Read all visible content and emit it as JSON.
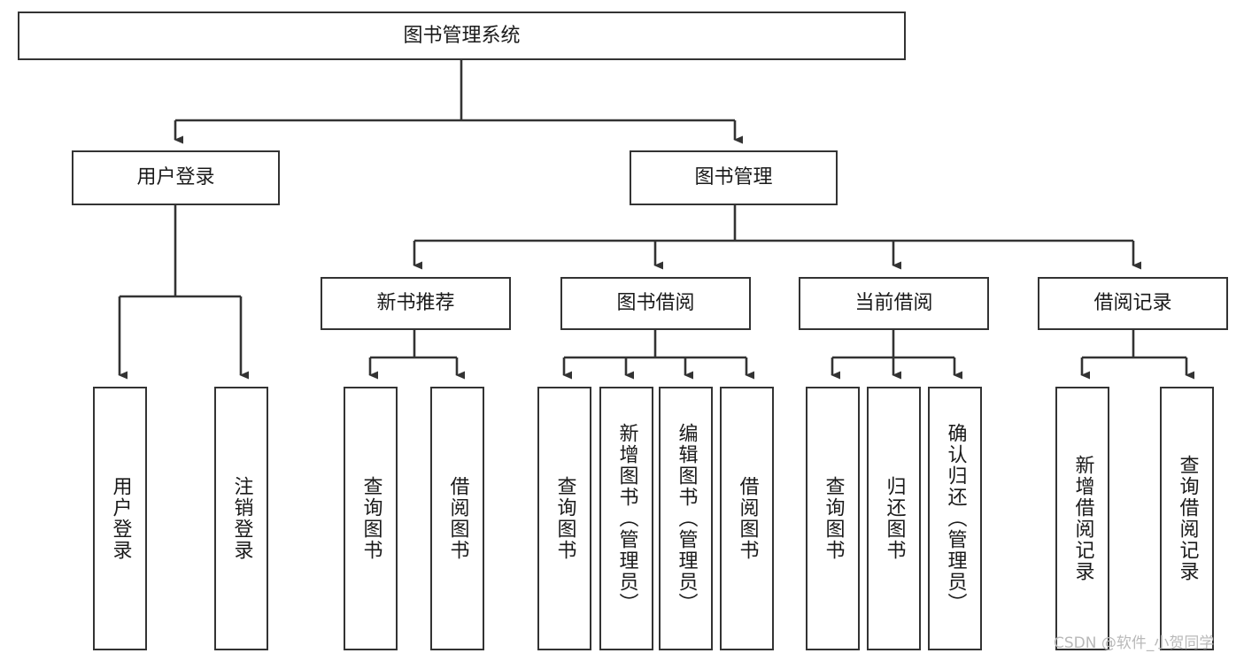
{
  "diagram": {
    "type": "tree-hierarchy-chart",
    "title": "图书管理系统",
    "root": {
      "label": "图书管理系统",
      "orientation": "horizontal"
    },
    "level1": [
      {
        "label": "用户登录",
        "orientation": "horizontal"
      },
      {
        "label": "图书管理",
        "orientation": "horizontal"
      }
    ],
    "level2": [
      {
        "label": "新书推荐",
        "orientation": "horizontal"
      },
      {
        "label": "图书借阅",
        "orientation": "horizontal"
      },
      {
        "label": "当前借阅",
        "orientation": "horizontal"
      },
      {
        "label": "借阅记录",
        "orientation": "horizontal"
      }
    ],
    "leaves": {
      "user_login": [
        {
          "label": "用户登录",
          "orientation": "vertical"
        },
        {
          "label": "注销登录",
          "orientation": "vertical"
        }
      ],
      "new_book_recommend": [
        {
          "label": "查询图书",
          "orientation": "vertical"
        },
        {
          "label": "借阅图书",
          "orientation": "vertical"
        }
      ],
      "book_borrow": [
        {
          "label": "查询图书",
          "orientation": "vertical"
        },
        {
          "label": "新增图书（管理员）",
          "orientation": "vertical"
        },
        {
          "label": "编辑图书（管理员）",
          "orientation": "vertical"
        },
        {
          "label": "借阅图书",
          "orientation": "vertical"
        }
      ],
      "current_borrow": [
        {
          "label": "查询图书",
          "orientation": "vertical"
        },
        {
          "label": "归还图书",
          "orientation": "vertical"
        },
        {
          "label": "确认归还（管理员）",
          "orientation": "vertical"
        }
      ],
      "borrow_record": [
        {
          "label": "新增借阅记录",
          "orientation": "vertical"
        },
        {
          "label": "查询借阅记录",
          "orientation": "vertical"
        }
      ]
    },
    "colors": {
      "stroke": "#333333",
      "fill": "#ffffff",
      "text": "#1a1a1a",
      "watermark": "#b9b9b9"
    }
  },
  "watermark": {
    "text": "CSDN @软件_小贺同学"
  }
}
